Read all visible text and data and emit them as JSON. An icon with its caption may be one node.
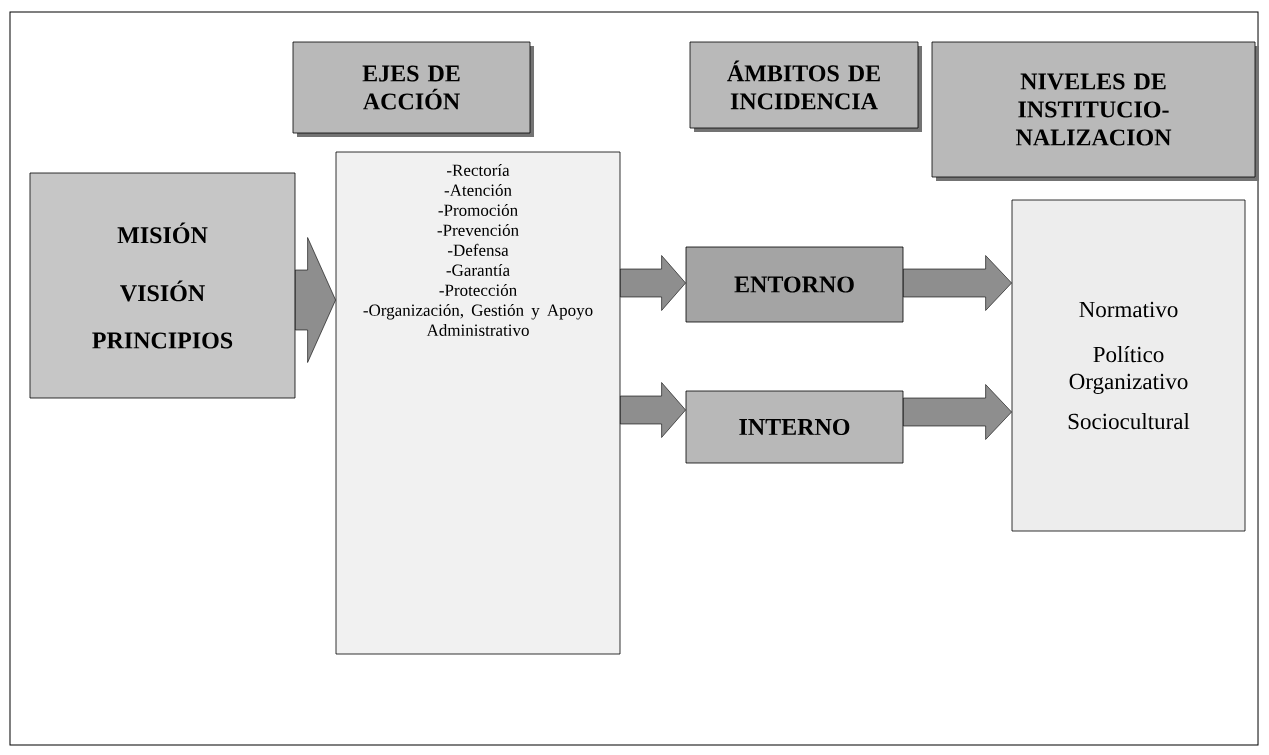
{
  "diagram": {
    "nodes": [
      {
        "text": [
          "EJES DE ACCIÓN"
        ]
      },
      {
        "text": [
          "ÁMBITOS DE INCIDENCIA"
        ]
      },
      {
        "text": [
          "NIVELES DE INSTITUCIO- NALIZACION"
        ]
      },
      {
        "text": [
          "MISIÓN",
          "VISIÓN",
          "PRINCIPIOS"
        ]
      },
      {
        "text": [
          "-Rectoría",
          "-Atención",
          "-Promoción",
          "-Prevención",
          "-Defensa",
          "-Garantía",
          "-Protección",
          "-Organización, Gestión y Apoyo Administrativo"
        ]
      },
      {
        "text": [
          "ENTORNO"
        ]
      },
      {
        "text": [
          "INTERNO"
        ]
      },
      {
        "text": [
          "Normativo",
          "Político Organizativo",
          "Sociocultural"
        ]
      }
    ],
    "edges": [
      {
        "from": 3,
        "to": 4,
        "arrow": "to",
        "style": "thick"
      },
      {
        "from": 4,
        "to": 5,
        "arrow": "to"
      },
      {
        "from": 4,
        "to": 6,
        "arrow": "to"
      },
      {
        "from": 5,
        "to": 7,
        "arrow": "to"
      },
      {
        "from": 6,
        "to": 7,
        "arrow": "to"
      }
    ]
  }
}
